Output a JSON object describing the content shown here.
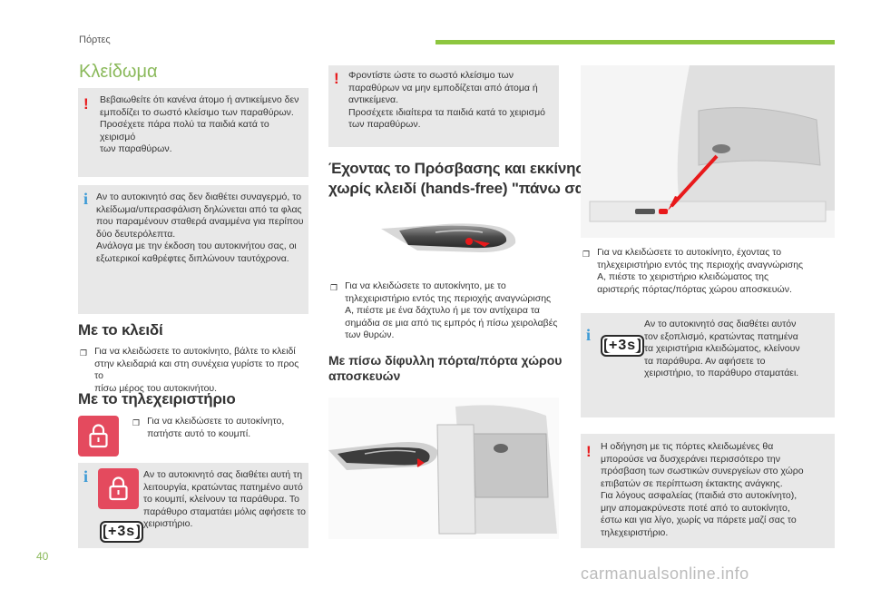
{
  "header": {
    "section": "Πόρτες"
  },
  "page_title": "Κλείδωμα",
  "warning1": {
    "lines": [
      "Βεβαιωθείτε ότι κανένα άτομο ή αντικείμενο δεν",
      "εμποδίζει το σωστό κλείσιμο των παραθύρων.",
      "Προσέχετε πάρα πολύ τα παιδιά κατά το χειρισμό",
      "των παραθύρων."
    ]
  },
  "info1": {
    "lines": [
      "Αν το αυτοκινητό σας δεν διαθέτει συναγερμό, το",
      "κλείδωμα/υπερασφάλιση δηλώνεται από τα φλας",
      "που παραμένουν σταθερά αναμμένα για περίπου",
      "δύο δευτερόλεπτα.",
      "Ανάλογα με την έκδοση του αυτοκινήτου σας, οι",
      "εξωτερικοί καθρέφτες διπλώνουν ταυτόχρονα."
    ]
  },
  "section_key": {
    "title": "Με το κλειδί",
    "bullet": [
      "Για να κλειδώσετε το αυτοκίνητο, βάλτε το κλειδί",
      "στην κλειδαριά και στη συνέχεια γυρίστε το προς το",
      "πίσω μέρος του αυτοκινήτου."
    ]
  },
  "section_remote": {
    "title": "Με το τηλεχειριστήριο",
    "bullet": [
      "Για να κλειδώσετε το αυτοκίνητο,",
      "πατήστε αυτό το κουμπί."
    ]
  },
  "info2": {
    "lines": [
      "Αν το αυτοκινητό σας διαθέτει αυτή τη",
      "λειτουργία, κρατώντας πατημένο αυτό",
      "το κουμπί, κλείνουν τα παράθυρα. Το",
      "παράθυρο σταματάει μόλις αφήσετε το",
      "χειριστήριο."
    ],
    "badge": "+3s"
  },
  "warning2": {
    "lines": [
      "Φροντίστε ώστε το σωστό κλείσιμο των",
      "παραθύρων να μην εμποδίζεται από άτομα ή",
      "αντικείμενα.",
      "Προσέχετε ιδιαίτερα τα παιδιά κατά το χειρισμό",
      "των παραθύρων."
    ]
  },
  "section_handsfree": {
    "title_lines": [
      "Έχοντας το Πρόσβασης και εκκίνησης",
      "χωρίς κλειδί (hands-free) \"πάνω σας\""
    ],
    "bullet": [
      "Για να κλειδώσετε το αυτοκίνητο, με το",
      "τηλεχειριστήριο εντός της περιοχής αναγνώρισης",
      "A, πιέστε με ένα δάχτυλο ή με τον αντίχειρα τα",
      "σημάδια σε μια από τις εμπρός ή πίσω χειρολαβές",
      "των θυρών."
    ]
  },
  "section_rear": {
    "title_lines": [
      "Με πίσω δίφυλλη πόρτα/πόρτα χώρου",
      "αποσκευών"
    ]
  },
  "right_bullet": {
    "lines": [
      "Για να κλειδώσετε το αυτοκίνητο, έχοντας το",
      "τηλεχειριστήριο εντός της περιοχής αναγνώρισης",
      "A, πιέστε το χειριστήριο κλειδώματος της",
      "αριστερής πόρτας/πόρτας χώρου αποσκευών."
    ]
  },
  "info3": {
    "lines": [
      "Αν το αυτοκινητό σας διαθέτει αυτόν",
      "τον εξοπλισμό, κρατώντας πατημένα",
      "τα χειριστήρια κλειδώματος, κλείνουν",
      "τα παράθυρα. Αν αφήσετε το",
      "χειριστήριο, το παράθυρο σταματάει."
    ],
    "badge": "+3s"
  },
  "warning3": {
    "lines": [
      "Η οδήγηση με τις πόρτες κλειδωμένες θα",
      "μπορούσε να δυσχεράνει περισσότερο την",
      "πρόσβαση των σωστικών συνεργείων στο χώρο",
      "επιβατών σε περίπτωση έκτακτης ανάγκης.",
      "Για λόγους ασφαλείας (παιδιά στο αυτοκίνητο),",
      "μην απομακρύνεστε ποτέ από το αυτοκίνητο,",
      "έστω και για λίγο, χωρίς να πάρετε μαζί σας το",
      "τηλεχειριστήριο."
    ]
  },
  "page_number": "40",
  "watermark": "carmanualsonline.info",
  "colors": {
    "accent_green": "#8ab95a",
    "warning_red": "#e8191b",
    "info_blue": "#3c9ad6",
    "lock_button": "#e44a5e",
    "box_grey": "#e8e8e8"
  }
}
